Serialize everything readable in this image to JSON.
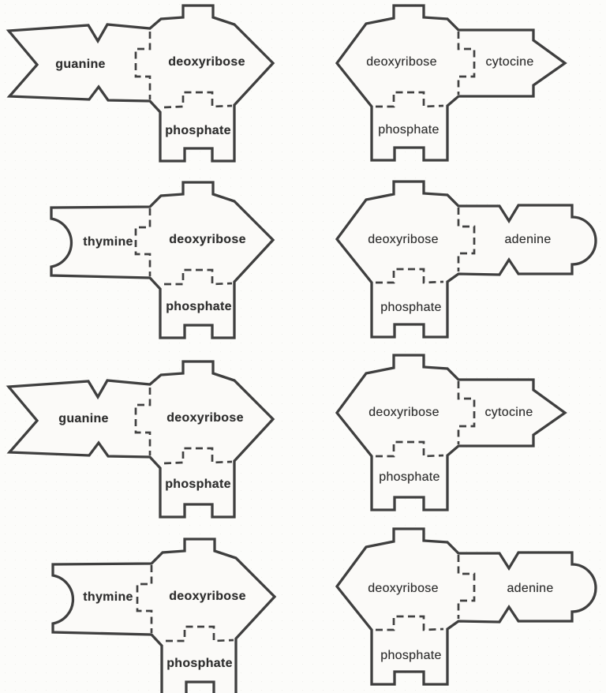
{
  "worksheet": {
    "description_labels_only": "DNA nucleotide cut-out puzzle pieces",
    "colors": {
      "ink": "#3f3f3f",
      "paper": "#fcfcfa"
    }
  },
  "units": [
    {
      "position": "row-1-left",
      "base": "guanine",
      "sugar": "deoxyribose",
      "phosphate": "phosphate",
      "base_shape": "notched-arrow-tail-left"
    },
    {
      "position": "row-1-right",
      "base": "cytocine",
      "sugar": "deoxyribose",
      "phosphate": "phosphate",
      "base_shape": "arrow-point-right"
    },
    {
      "position": "row-2-left",
      "base": "thymine",
      "sugar": "deoxyribose",
      "phosphate": "phosphate",
      "base_shape": "concave-semicircle-left"
    },
    {
      "position": "row-2-right",
      "base": "adenine",
      "sugar": "deoxyribose",
      "phosphate": "phosphate",
      "base_shape": "convex-semicircle-right"
    },
    {
      "position": "row-3-left",
      "base": "guanine",
      "sugar": "deoxyribose",
      "phosphate": "phosphate",
      "base_shape": "notched-arrow-tail-left"
    },
    {
      "position": "row-3-right",
      "base": "cytocine",
      "sugar": "deoxyribose",
      "phosphate": "phosphate",
      "base_shape": "arrow-point-right"
    },
    {
      "position": "row-4-left",
      "base": "thymine",
      "sugar": "deoxyribose",
      "phosphate": "phosphate",
      "base_shape": "concave-semicircle-left"
    },
    {
      "position": "row-4-right",
      "base": "adenine",
      "sugar": "deoxyribose",
      "phosphate": "phosphate",
      "base_shape": "convex-semicircle-right"
    }
  ]
}
